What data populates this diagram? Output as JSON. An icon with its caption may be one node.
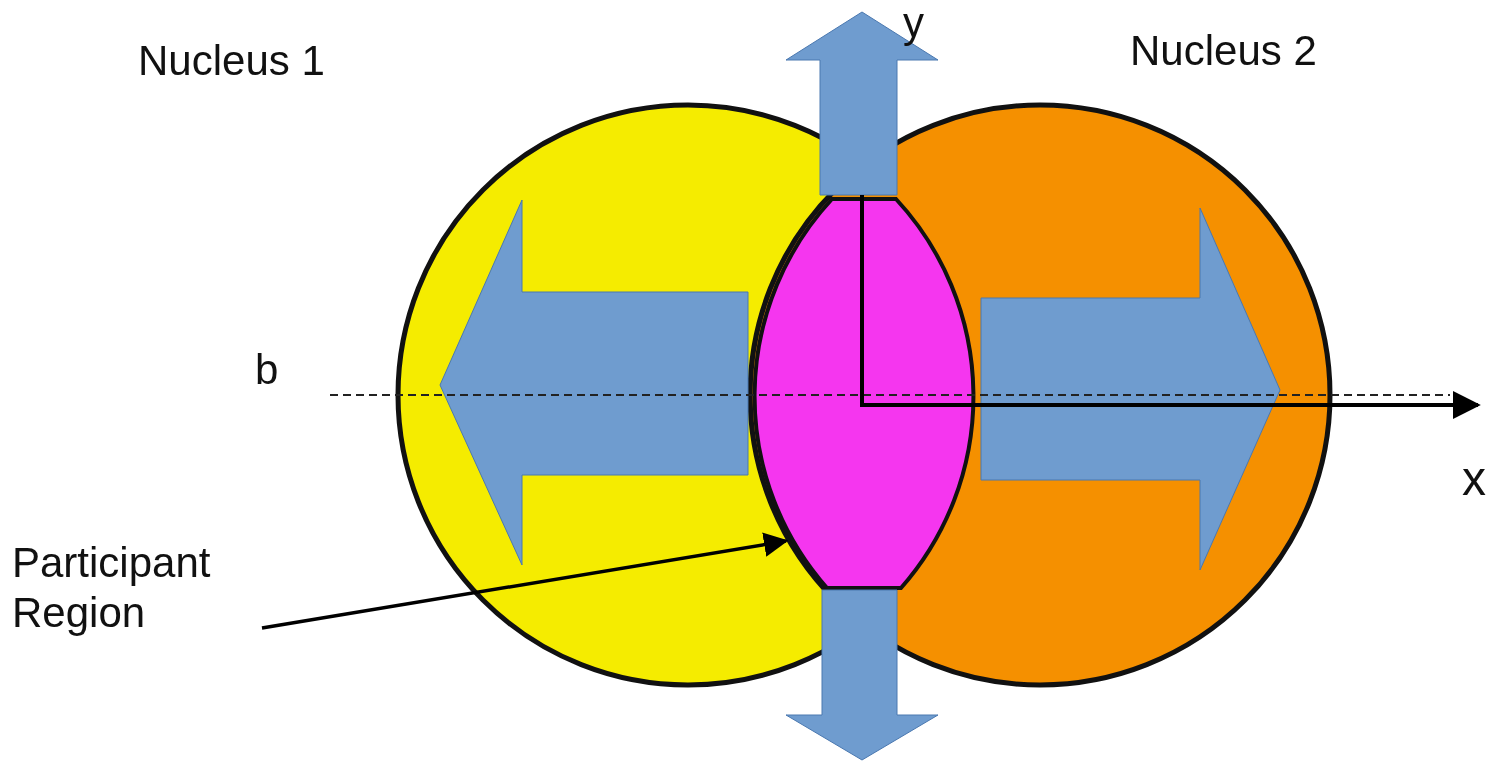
{
  "diagram": {
    "nodes": [
      {
        "text": [
          "Participant Region"
        ]
      },
      {
        "text": [],
        "shape": "ellipse"
      }
    ],
    "edges": [
      {
        "from": 0,
        "to": 1,
        "arrow": "to"
      }
    ],
    "labels": [
      "Nucleus 1",
      "y",
      "Nucleus 2",
      "b",
      "x"
    ]
  }
}
